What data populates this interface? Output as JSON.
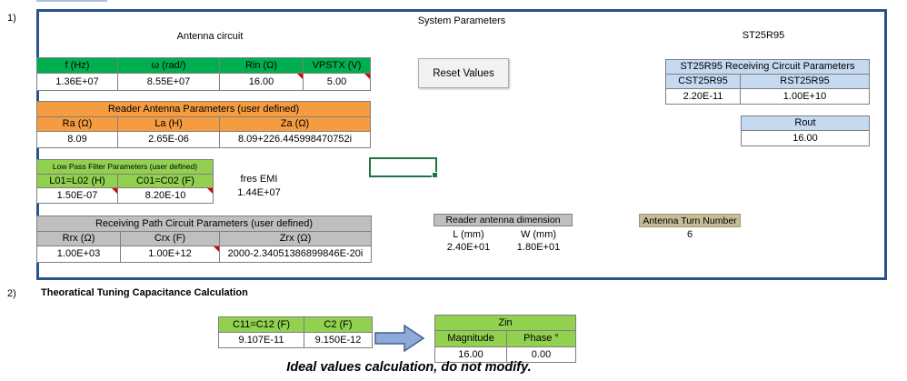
{
  "page": {
    "section1_label": "1)",
    "section2_label": "2)",
    "box_title": "System Parameters",
    "antenna_circuit_title": "Antenna circuit",
    "st25r95_title": "ST25R95",
    "section2_title": "Theoratical Tuning Capacitance Calculation",
    "footer_note": "Ideal values calculation, do not modify."
  },
  "reset_button": {
    "label": "Reset Values"
  },
  "tables": {
    "system_params": {
      "headers": [
        "f (Hz)",
        "ω (rad/)",
        "Rin (Ω)",
        "VPSTX (V)"
      ],
      "values": [
        "1.36E+07",
        "8.55E+07",
        "16.00",
        "5.00"
      ]
    },
    "reader_antenna": {
      "title": "Reader Antenna Parameters (user defined)",
      "headers": [
        "Ra (Ω)",
        "La (H)",
        "Za  (Ω)"
      ],
      "values": [
        "8.09",
        "2.65E-06",
        "8.09+226.445998470752i"
      ]
    },
    "low_pass": {
      "title": "Low Pass Filter Parameters (user defined)",
      "headers": [
        "L01=L02 (H)",
        "C01=C02 (F)"
      ],
      "values": [
        "1.50E-07",
        "8.20E-10"
      ]
    },
    "fres_emi": {
      "label": "fres EMI",
      "value": "1.44E+07"
    },
    "receiving_path": {
      "title": "Receiving Path Circuit Parameters (user defined)",
      "headers": [
        "Rrx  (Ω)",
        "Crx (F)",
        "Zrx  (Ω)"
      ],
      "values": [
        "1.00E+03",
        "1.00E+12",
        "2000-2.34051386899846E-20i"
      ]
    },
    "st25r95_receiving": {
      "title": "ST25R95 Receiving Circuit Parameters",
      "headers": [
        "CST25R95",
        "RST25R95"
      ],
      "values": [
        "2.20E-11",
        "1.00E+10"
      ]
    },
    "rout": {
      "header": "Rout",
      "value": "16.00"
    },
    "antenna_dimension": {
      "title": "Reader antenna dimension",
      "headers": [
        "L (mm)",
        "W (mm)"
      ],
      "values": [
        "2.40E+01",
        "1.80E+01"
      ]
    },
    "antenna_turns": {
      "title": "Antenna Turn Number",
      "value": "6"
    },
    "tuning_caps": {
      "headers": [
        "C11=C12 (F)",
        "C2 (F)"
      ],
      "values": [
        "9.107E-11",
        "9.150E-12"
      ]
    },
    "zin": {
      "title": "Zin",
      "headers": [
        "Magnitude",
        "Phase °"
      ],
      "values": [
        "16.00",
        "0.00"
      ]
    }
  },
  "colors": {
    "box_border": "#27548D",
    "green_header": "#00B050",
    "light_green_header": "#92D050",
    "orange_header": "#F59C40",
    "gray_header": "#BFBFBF",
    "blue_header": "#C5D9F1",
    "khaki_header": "#C4BD97",
    "comment_indicator": "#E10000",
    "selected_cell_border": "#217346",
    "arrow_fill": "#8EAADB",
    "arrow_border": "#41618E"
  }
}
